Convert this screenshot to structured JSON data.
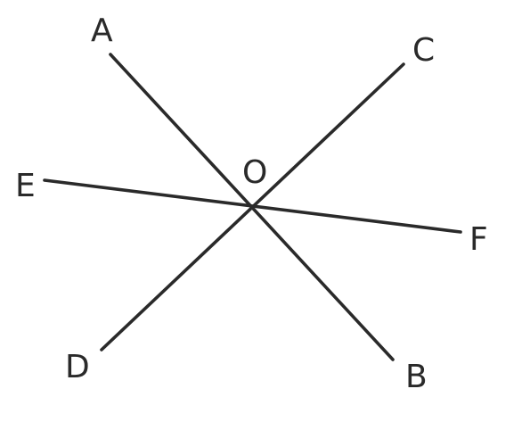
{
  "diagram": {
    "center": "O",
    "lines": [
      {
        "from": "A",
        "to": "B"
      },
      {
        "from": "C",
        "to": "D"
      },
      {
        "from": "E",
        "to": "F"
      }
    ]
  },
  "labels": {
    "A": "A",
    "B": "B",
    "C": "C",
    "D": "D",
    "E": "E",
    "F": "F",
    "O": "O"
  },
  "colors": {
    "line": "#2a2a2a",
    "background": "#ffffff"
  }
}
